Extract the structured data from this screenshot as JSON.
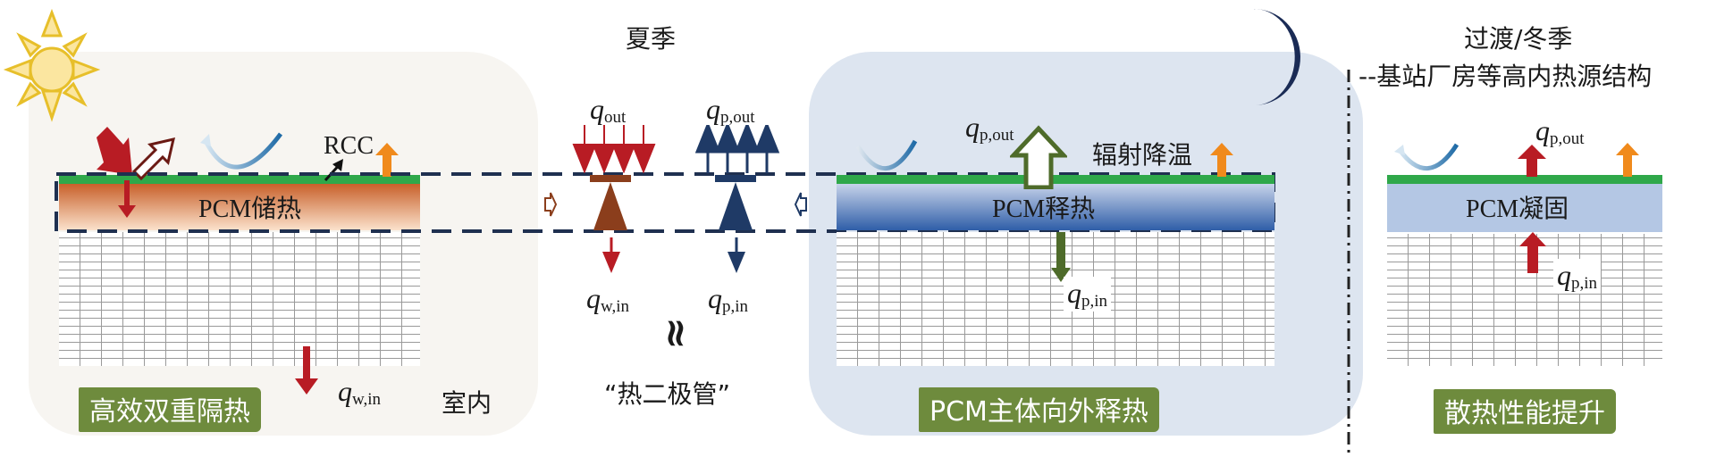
{
  "titles": {
    "summer": "夏季",
    "transition_winter": "过渡/冬季",
    "subtitle_right": "--基站厂房等高内热源结构"
  },
  "left_panel": {
    "layer_label": "PCM储热",
    "rcc_label": "RCC",
    "flux_label": {
      "q": "q",
      "sub": "w,in"
    },
    "indoor_label": "室内",
    "badge": "高效双重隔热",
    "icon": "sun-icon",
    "colors": {
      "pcm_top": "#c8602a",
      "pcm_bottom": "#fbe2cc",
      "coating": "#2fa84a",
      "arrow_red": "#b81c24",
      "arrow_orange": "#f08a1c"
    }
  },
  "diode": {
    "left_flux_top": {
      "q": "q",
      "sub": "out"
    },
    "right_flux_top": {
      "q": "q",
      "sub": "p,out"
    },
    "left_flux_bottom": {
      "q": "q",
      "sub": "w,in"
    },
    "right_flux_bottom": {
      "q": "q",
      "sub": "p,in"
    },
    "approx_symbol": "≈",
    "label": "“热二极管”",
    "colors": {
      "heat_brown": "#8b3e1c",
      "cool_navy": "#1f3a66"
    }
  },
  "middle_panel": {
    "layer_label": "PCM释热",
    "flux_top": {
      "q": "q",
      "sub": "p,out"
    },
    "flux_bottom": {
      "q": "q",
      "sub": "p,in"
    },
    "radiative_label": "辐射降温",
    "badge": "PCM主体向外释热",
    "icon": "moon-icon",
    "colors": {
      "pcm_top": "#c7d3ea",
      "pcm_bottom": "#2f5ea8",
      "moon": "#1a2b55"
    }
  },
  "right_panel": {
    "layer_label": "PCM凝固",
    "flux_top": {
      "q": "q",
      "sub": "p,out"
    },
    "flux_bottom": {
      "q": "q",
      "sub": "p,in"
    },
    "badge": "散热性能提升",
    "colors": {
      "pcm": "#b4c7e4"
    }
  }
}
